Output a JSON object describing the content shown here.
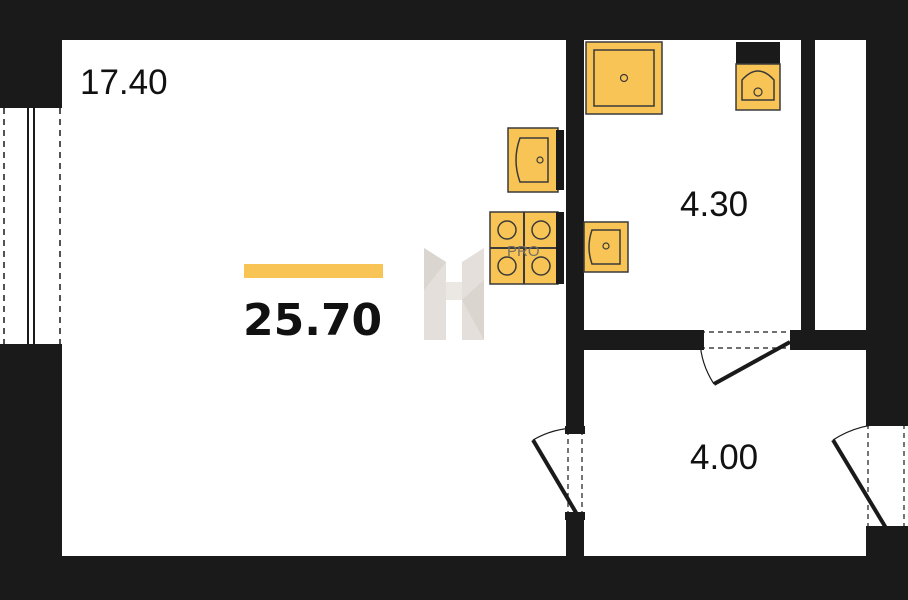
{
  "plan": {
    "total_area": "25.70",
    "rooms": {
      "living": "17.40",
      "bathroom": "4.30",
      "hallway": "4.00"
    },
    "watermark_text": "PRO"
  },
  "colors": {
    "wall": "#1a1a1a",
    "fixture": "#f7c455",
    "fixture_outline": "#3a3a3a",
    "accent_bar": "#f7c455",
    "floor": "#ffffff",
    "watermark": "#cfc6bd"
  }
}
